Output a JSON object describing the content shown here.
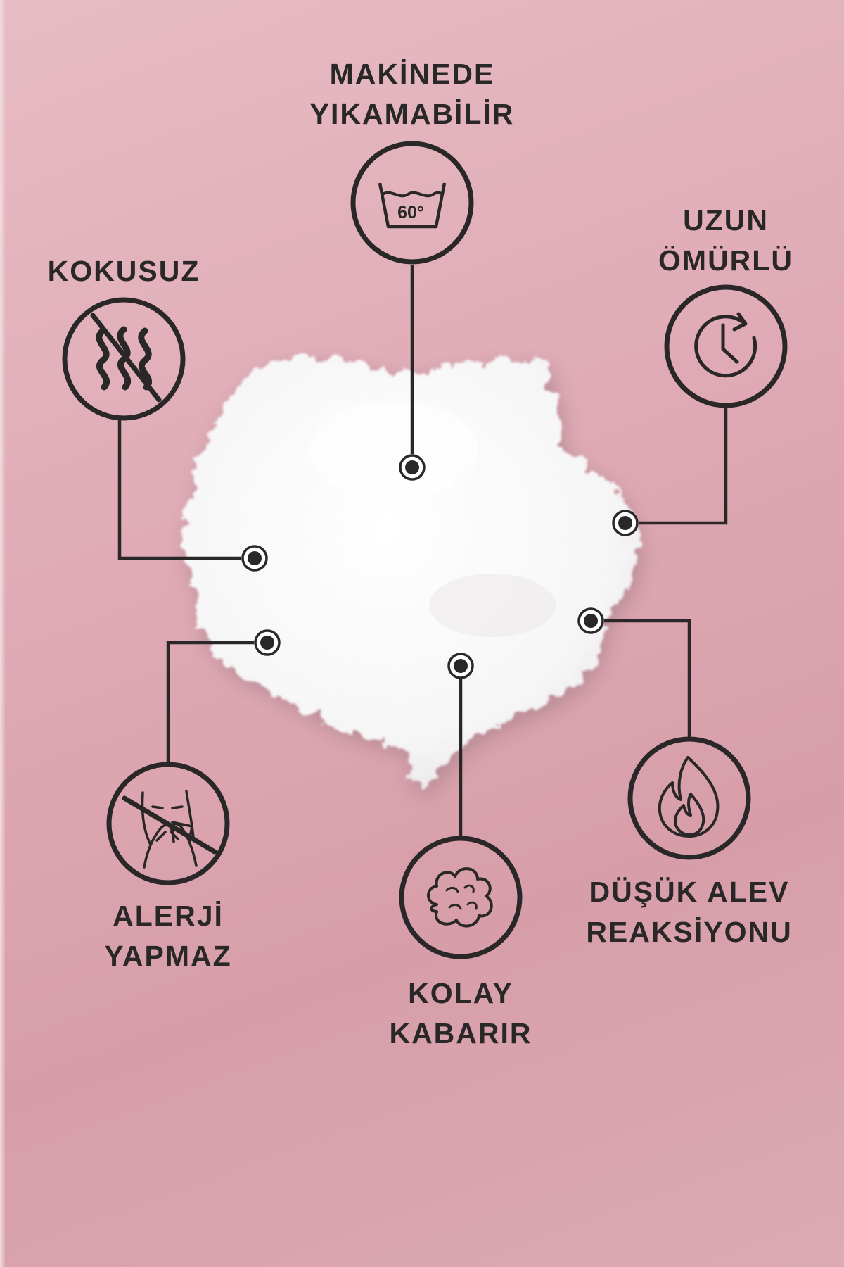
{
  "features": [
    {
      "id": "washable",
      "icon": "washtub-60-icon",
      "lines": [
        "MAKİNEDE",
        "YIKAMABİLİR"
      ],
      "badge": "60°"
    },
    {
      "id": "odorless",
      "icon": "no-odor-icon",
      "lines": [
        "KOKUSUZ"
      ]
    },
    {
      "id": "long-life",
      "icon": "clock-icon",
      "lines": [
        "UZUN",
        "ÖMÜRLÜ"
      ]
    },
    {
      "id": "hypoallergenic",
      "icon": "no-sneeze-icon",
      "lines": [
        "ALERJİ",
        "YAPMAZ"
      ]
    },
    {
      "id": "easy-fluff",
      "icon": "fluff-icon",
      "lines": [
        "KOLAY",
        "KABARIR"
      ]
    },
    {
      "id": "low-flame",
      "icon": "flame-icon",
      "lines": [
        "DÜŞÜK ALEV",
        "REAKSİYONU"
      ]
    }
  ],
  "colors": {
    "ink": "#2a2728",
    "background": "#dfaab5",
    "fiber": "#ffffff"
  }
}
